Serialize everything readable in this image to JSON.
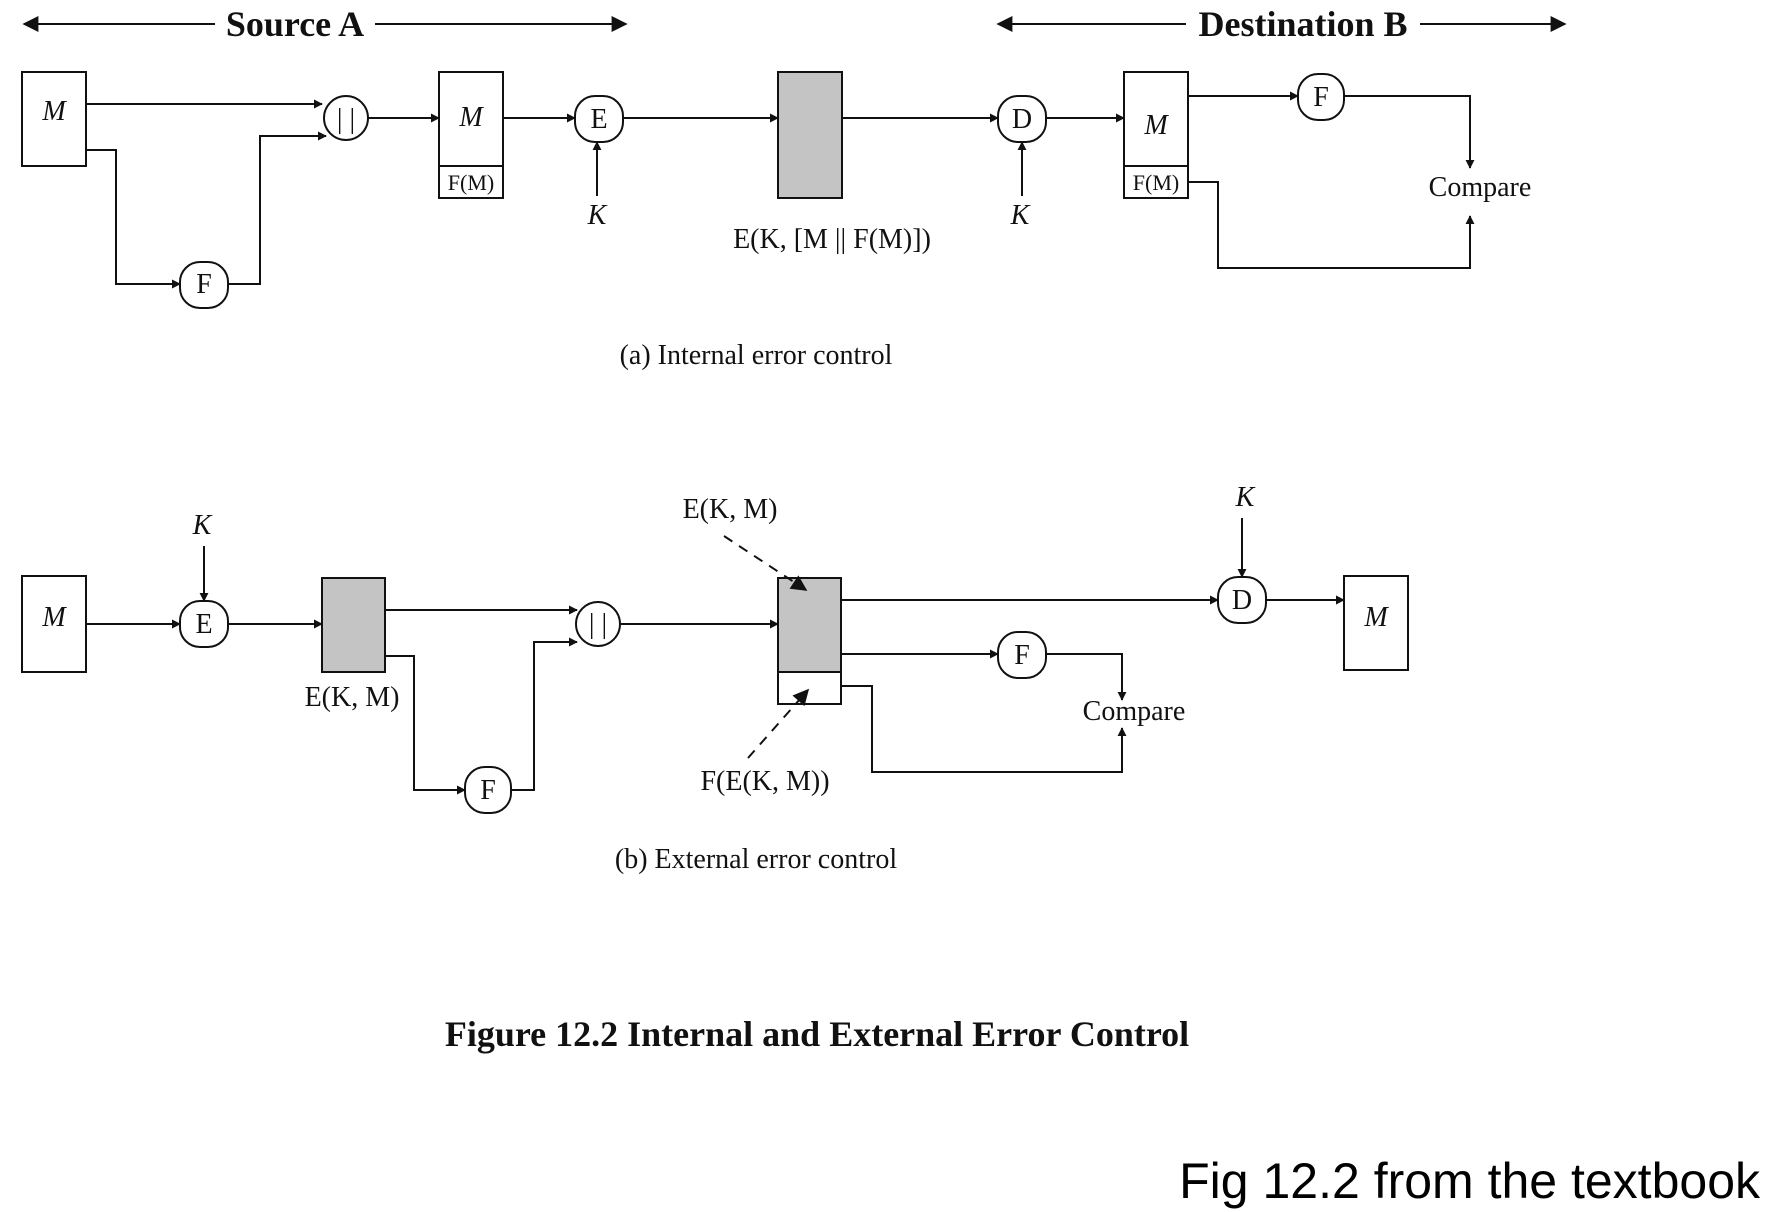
{
  "header": {
    "source": "Source A",
    "destination": "Destination B"
  },
  "diagram_a": {
    "msg": "M",
    "f": "F",
    "concat": "| |",
    "encrypt": "E",
    "decrypt": "D",
    "key": "K",
    "packet_m": "M",
    "packet_fm": "F(M)",
    "cipher_label": "E(K, [M || F(M)])",
    "dest_m": "M",
    "dest_fm": "F(M)",
    "dest_f": "F",
    "compare": "Compare",
    "caption": "(a) Internal error control"
  },
  "diagram_b": {
    "msg": "M",
    "encrypt": "E",
    "key_in": "K",
    "cipher_label": "E(K, M)",
    "f_src": "F",
    "concat": "| |",
    "packet_top_label": "E(K, M)",
    "packet_bottom_label": "F(E(K, M))",
    "f_dest": "F",
    "compare": "Compare",
    "key_dest": "K",
    "decrypt": "D",
    "out_m": "M",
    "caption": "(b) External error control"
  },
  "figure_title": "Figure 12.2  Internal and External Error Control",
  "note": "Fig 12.2 from the textbook"
}
